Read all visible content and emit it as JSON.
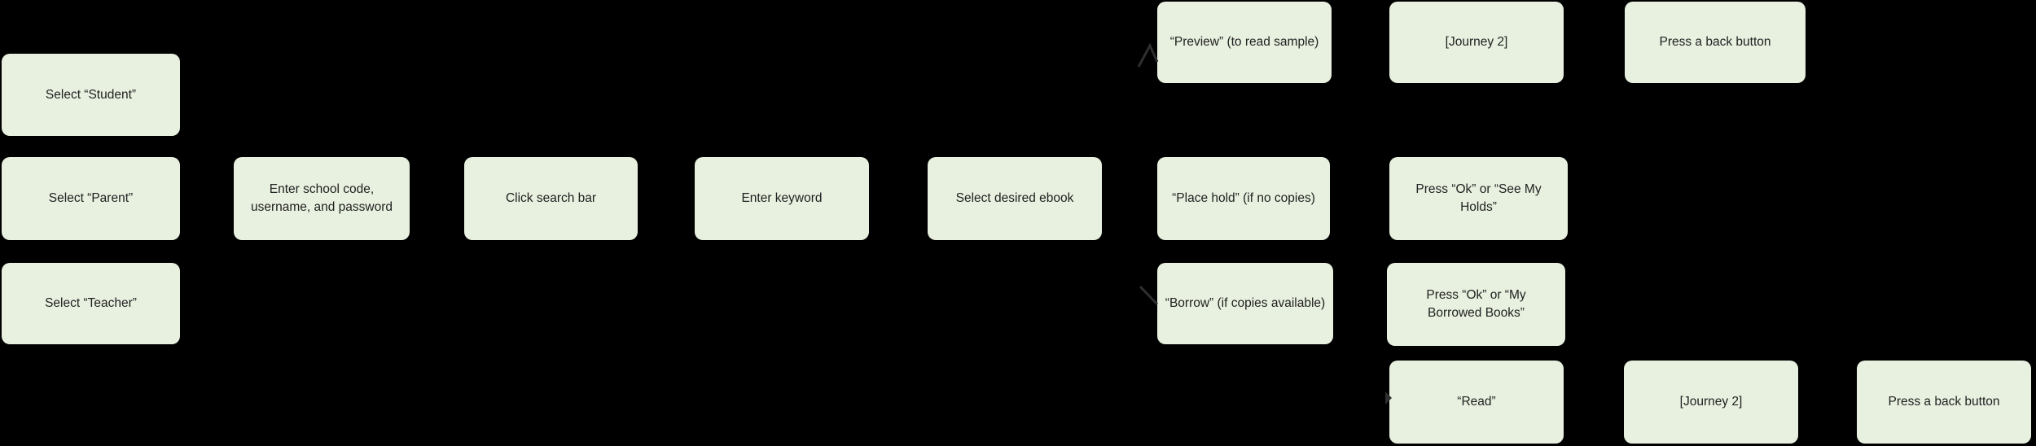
{
  "canvas": {
    "background_color": "#000000",
    "node_fill_color": "#e8f1e0",
    "node_text_color": "#212121",
    "connector_color": "#2e2e2e"
  },
  "nodes": [
    {
      "id": "select-student",
      "label": "Select “Student”"
    },
    {
      "id": "select-parent",
      "label": "Select “Parent”"
    },
    {
      "id": "select-teacher",
      "label": "Select “Teacher”"
    },
    {
      "id": "enter-school-code",
      "label": "Enter school code,\nusername, and password"
    },
    {
      "id": "click-search-bar",
      "label": "Click search bar"
    },
    {
      "id": "enter-keyword",
      "label": "Enter keyword"
    },
    {
      "id": "select-desired-ebook",
      "label": "Select desired ebook"
    },
    {
      "id": "preview",
      "label": "“Preview” (to read sample)"
    },
    {
      "id": "place-hold",
      "label": "“Place hold” (if no copies)"
    },
    {
      "id": "borrow",
      "label": "“Borrow” (if copies available)"
    },
    {
      "id": "journey-2-top",
      "label": "[Journey 2]"
    },
    {
      "id": "press-back-top",
      "label": "Press a back button"
    },
    {
      "id": "press-ok-see-my-holds",
      "label": "Press “Ok” or “See My\nHolds”"
    },
    {
      "id": "press-ok-borrowed-books",
      "label": "Press “Ok” or “My\nBorrowed Books”"
    },
    {
      "id": "read",
      "label": "“Read”"
    },
    {
      "id": "journey-2-bottom",
      "label": "[Journey 2]"
    },
    {
      "id": "press-back-bottom",
      "label": "Press a back button"
    }
  ]
}
